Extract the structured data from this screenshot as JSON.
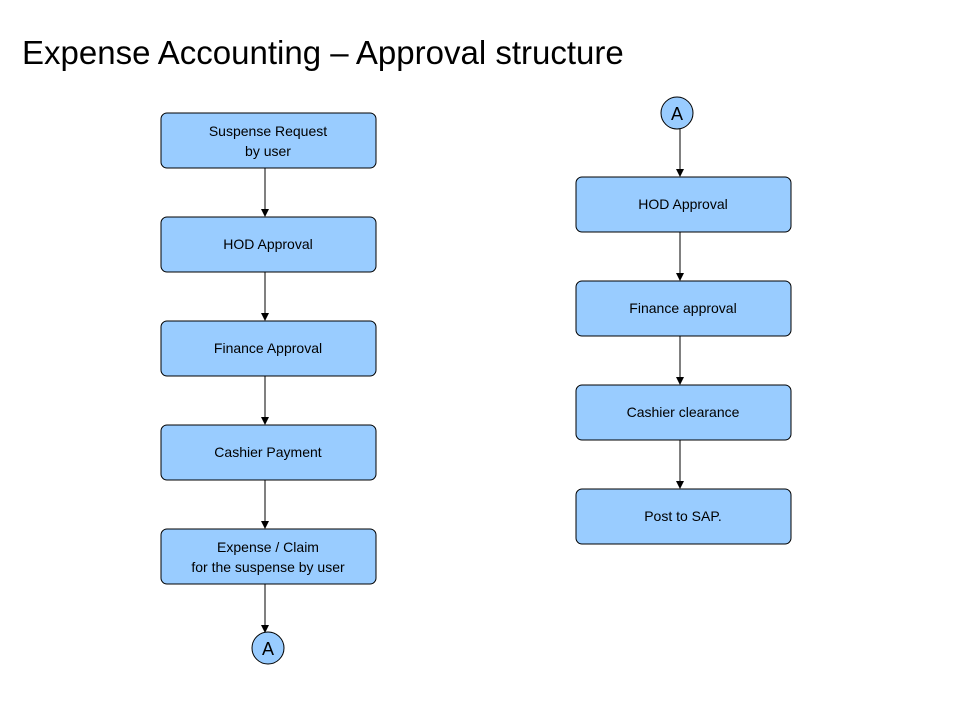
{
  "title": "Expense Accounting – Approval structure",
  "colors": {
    "box_fill": "#99ccff",
    "stroke": "#000000"
  },
  "left_flow": {
    "steps": [
      {
        "lines": [
          "Suspense Request",
          "by user"
        ]
      },
      {
        "lines": [
          "HOD Approval"
        ]
      },
      {
        "lines": [
          "Finance Approval"
        ]
      },
      {
        "lines": [
          "Cashier Payment"
        ]
      },
      {
        "lines": [
          "Expense / Claim",
          "for the suspense by user"
        ]
      }
    ],
    "end_connector": "A"
  },
  "right_flow": {
    "start_connector": "A",
    "steps": [
      {
        "lines": [
          "HOD Approval"
        ]
      },
      {
        "lines": [
          "Finance approval"
        ]
      },
      {
        "lines": [
          "Cashier clearance"
        ]
      },
      {
        "lines": [
          "Post to SAP."
        ]
      }
    ]
  }
}
